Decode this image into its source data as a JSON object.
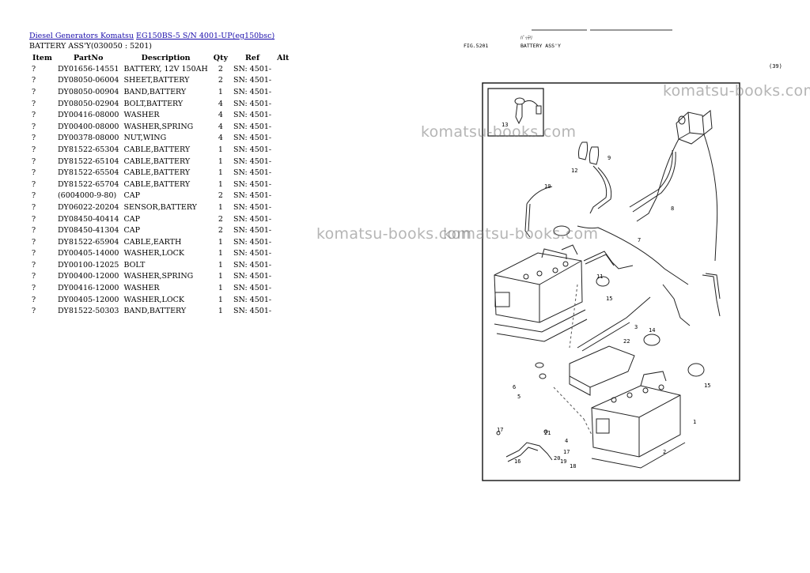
{
  "breadcrumb": {
    "link1": "Diesel Generators Komatsu",
    "link2": "EG150BS-5 S/N 4001-UP(eg150bsc)"
  },
  "subtitle": "BATTERY ASS'Y(030050 : 5201)",
  "table": {
    "headers": [
      "Item",
      "PartNo",
      "Description",
      "Qty",
      "Ref",
      "Alt"
    ],
    "rows": [
      [
        "?",
        "DY01656-14551",
        "BATTERY, 12V 150AH",
        "2",
        "SN: 4501-",
        ""
      ],
      [
        "?",
        "DY08050-06004",
        "SHEET,BATTERY",
        "2",
        "SN: 4501-",
        ""
      ],
      [
        "?",
        "DY08050-00904",
        "BAND,BATTERY",
        "1",
        "SN: 4501-",
        ""
      ],
      [
        "?",
        "DY08050-02904",
        "BOLT,BATTERY",
        "4",
        "SN: 4501-",
        ""
      ],
      [
        "?",
        "DY00416-08000",
        "WASHER",
        "4",
        "SN: 4501-",
        ""
      ],
      [
        "?",
        "DY00400-08000",
        "WASHER,SPRING",
        "4",
        "SN: 4501-",
        ""
      ],
      [
        "?",
        "DY00378-08000",
        "NUT,WING",
        "4",
        "SN: 4501-",
        ""
      ],
      [
        "?",
        "DY81522-65304",
        "CABLE,BATTERY",
        "1",
        "SN: 4501-",
        ""
      ],
      [
        "?",
        "DY81522-65104",
        "CABLE,BATTERY",
        "1",
        "SN: 4501-",
        ""
      ],
      [
        "?",
        "DY81522-65504",
        "CABLE,BATTERY",
        "1",
        "SN: 4501-",
        ""
      ],
      [
        "?",
        "DY81522-65704",
        "CABLE,BATTERY",
        "1",
        "SN: 4501-",
        ""
      ],
      [
        "?",
        "(6004000-9-80)",
        "CAP",
        "2",
        "SN: 4501-",
        ""
      ],
      [
        "?",
        "DY06022-20204",
        "SENSOR,BATTERY",
        "1",
        "SN: 4501-",
        ""
      ],
      [
        "?",
        "DY08450-40414",
        "CAP",
        "2",
        "SN: 4501-",
        ""
      ],
      [
        "?",
        "DY08450-41304",
        "CAP",
        "2",
        "SN: 4501-",
        ""
      ],
      [
        "?",
        "DY81522-65904",
        "CABLE,EARTH",
        "1",
        "SN: 4501-",
        ""
      ],
      [
        "?",
        "DY00405-14000",
        "WASHER,LOCK",
        "1",
        "SN: 4501-",
        ""
      ],
      [
        "?",
        "DY00100-12025",
        "BOLT",
        "1",
        "SN: 4501-",
        ""
      ],
      [
        "?",
        "DY00400-12000",
        "WASHER,SPRING",
        "1",
        "SN: 4501-",
        ""
      ],
      [
        "?",
        "DY00416-12000",
        "WASHER",
        "1",
        "SN: 4501-",
        ""
      ],
      [
        "?",
        "DY00405-12000",
        "WASHER,LOCK",
        "1",
        "SN: 4501-",
        ""
      ],
      [
        "?",
        "DY81522-50303",
        "BAND,BATTERY",
        "1",
        "SN: 4501-",
        ""
      ]
    ]
  },
  "figure": {
    "fig_label": "FIG.5201",
    "title_jp": "ﾊﾞｯﾃﾘ",
    "title": "BATTERY ASS'Y",
    "page_no": "(39)",
    "callouts": [
      "13",
      "12",
      "9",
      "8",
      "10",
      "7",
      "11",
      "15",
      "3",
      "14",
      "22",
      "6",
      "5",
      "1",
      "15",
      "4",
      "2",
      "21",
      "20",
      "19",
      "17",
      "16",
      "18",
      "17"
    ]
  },
  "watermark": "komatsu-books.com"
}
